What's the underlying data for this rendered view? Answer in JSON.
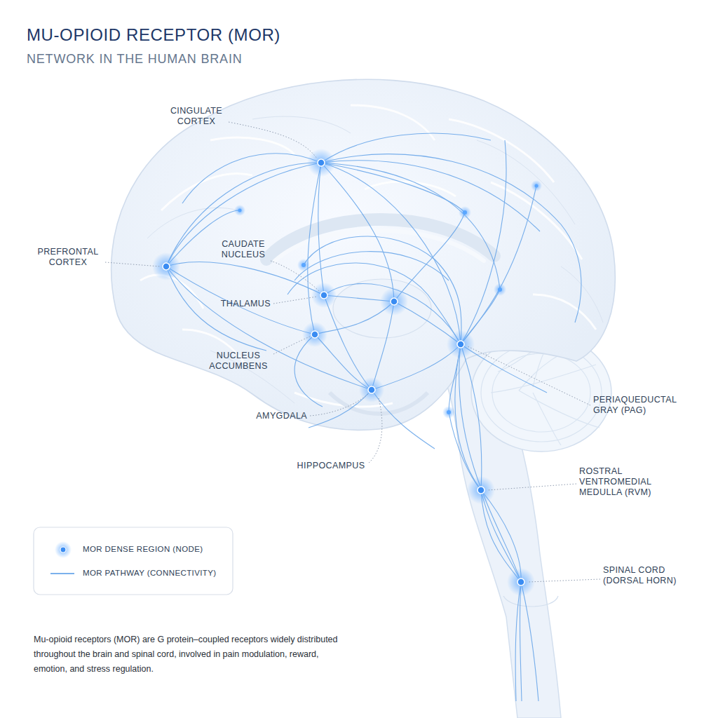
{
  "diagram": {
    "title": "MU-OPIOID RECEPTOR (MOR)",
    "caption": "Mu-opioid receptors (MOR) are G protein–coupled receptors widely distributed throughout the brain and spinal cord, involved in pain modulation, reward, emotion, and stress regulation.",
    "labels": [
      "NETWORK IN THE HUMAN BRAIN",
      "CINGULATE CORTEX",
      "PREFRONTAL CORTEX",
      "CAUDATE NUCLEUS",
      "THALAMUS",
      "NUCLEUS ACCUMBENS",
      "AMYGDALA",
      "HIPPOCAMPUS",
      "PERIAQUEDUCTAL GRAY (PAG)",
      "ROSTRAL VENTROMEDIAL MEDULLA (RVM)",
      "SPINAL CORD (DORSAL HORN)"
    ],
    "legend": [
      {
        "text": "MOR DENSE REGION (NODE)"
      },
      {
        "text": "MOR PATHWAY (CONNECTIVITY)"
      }
    ]
  }
}
